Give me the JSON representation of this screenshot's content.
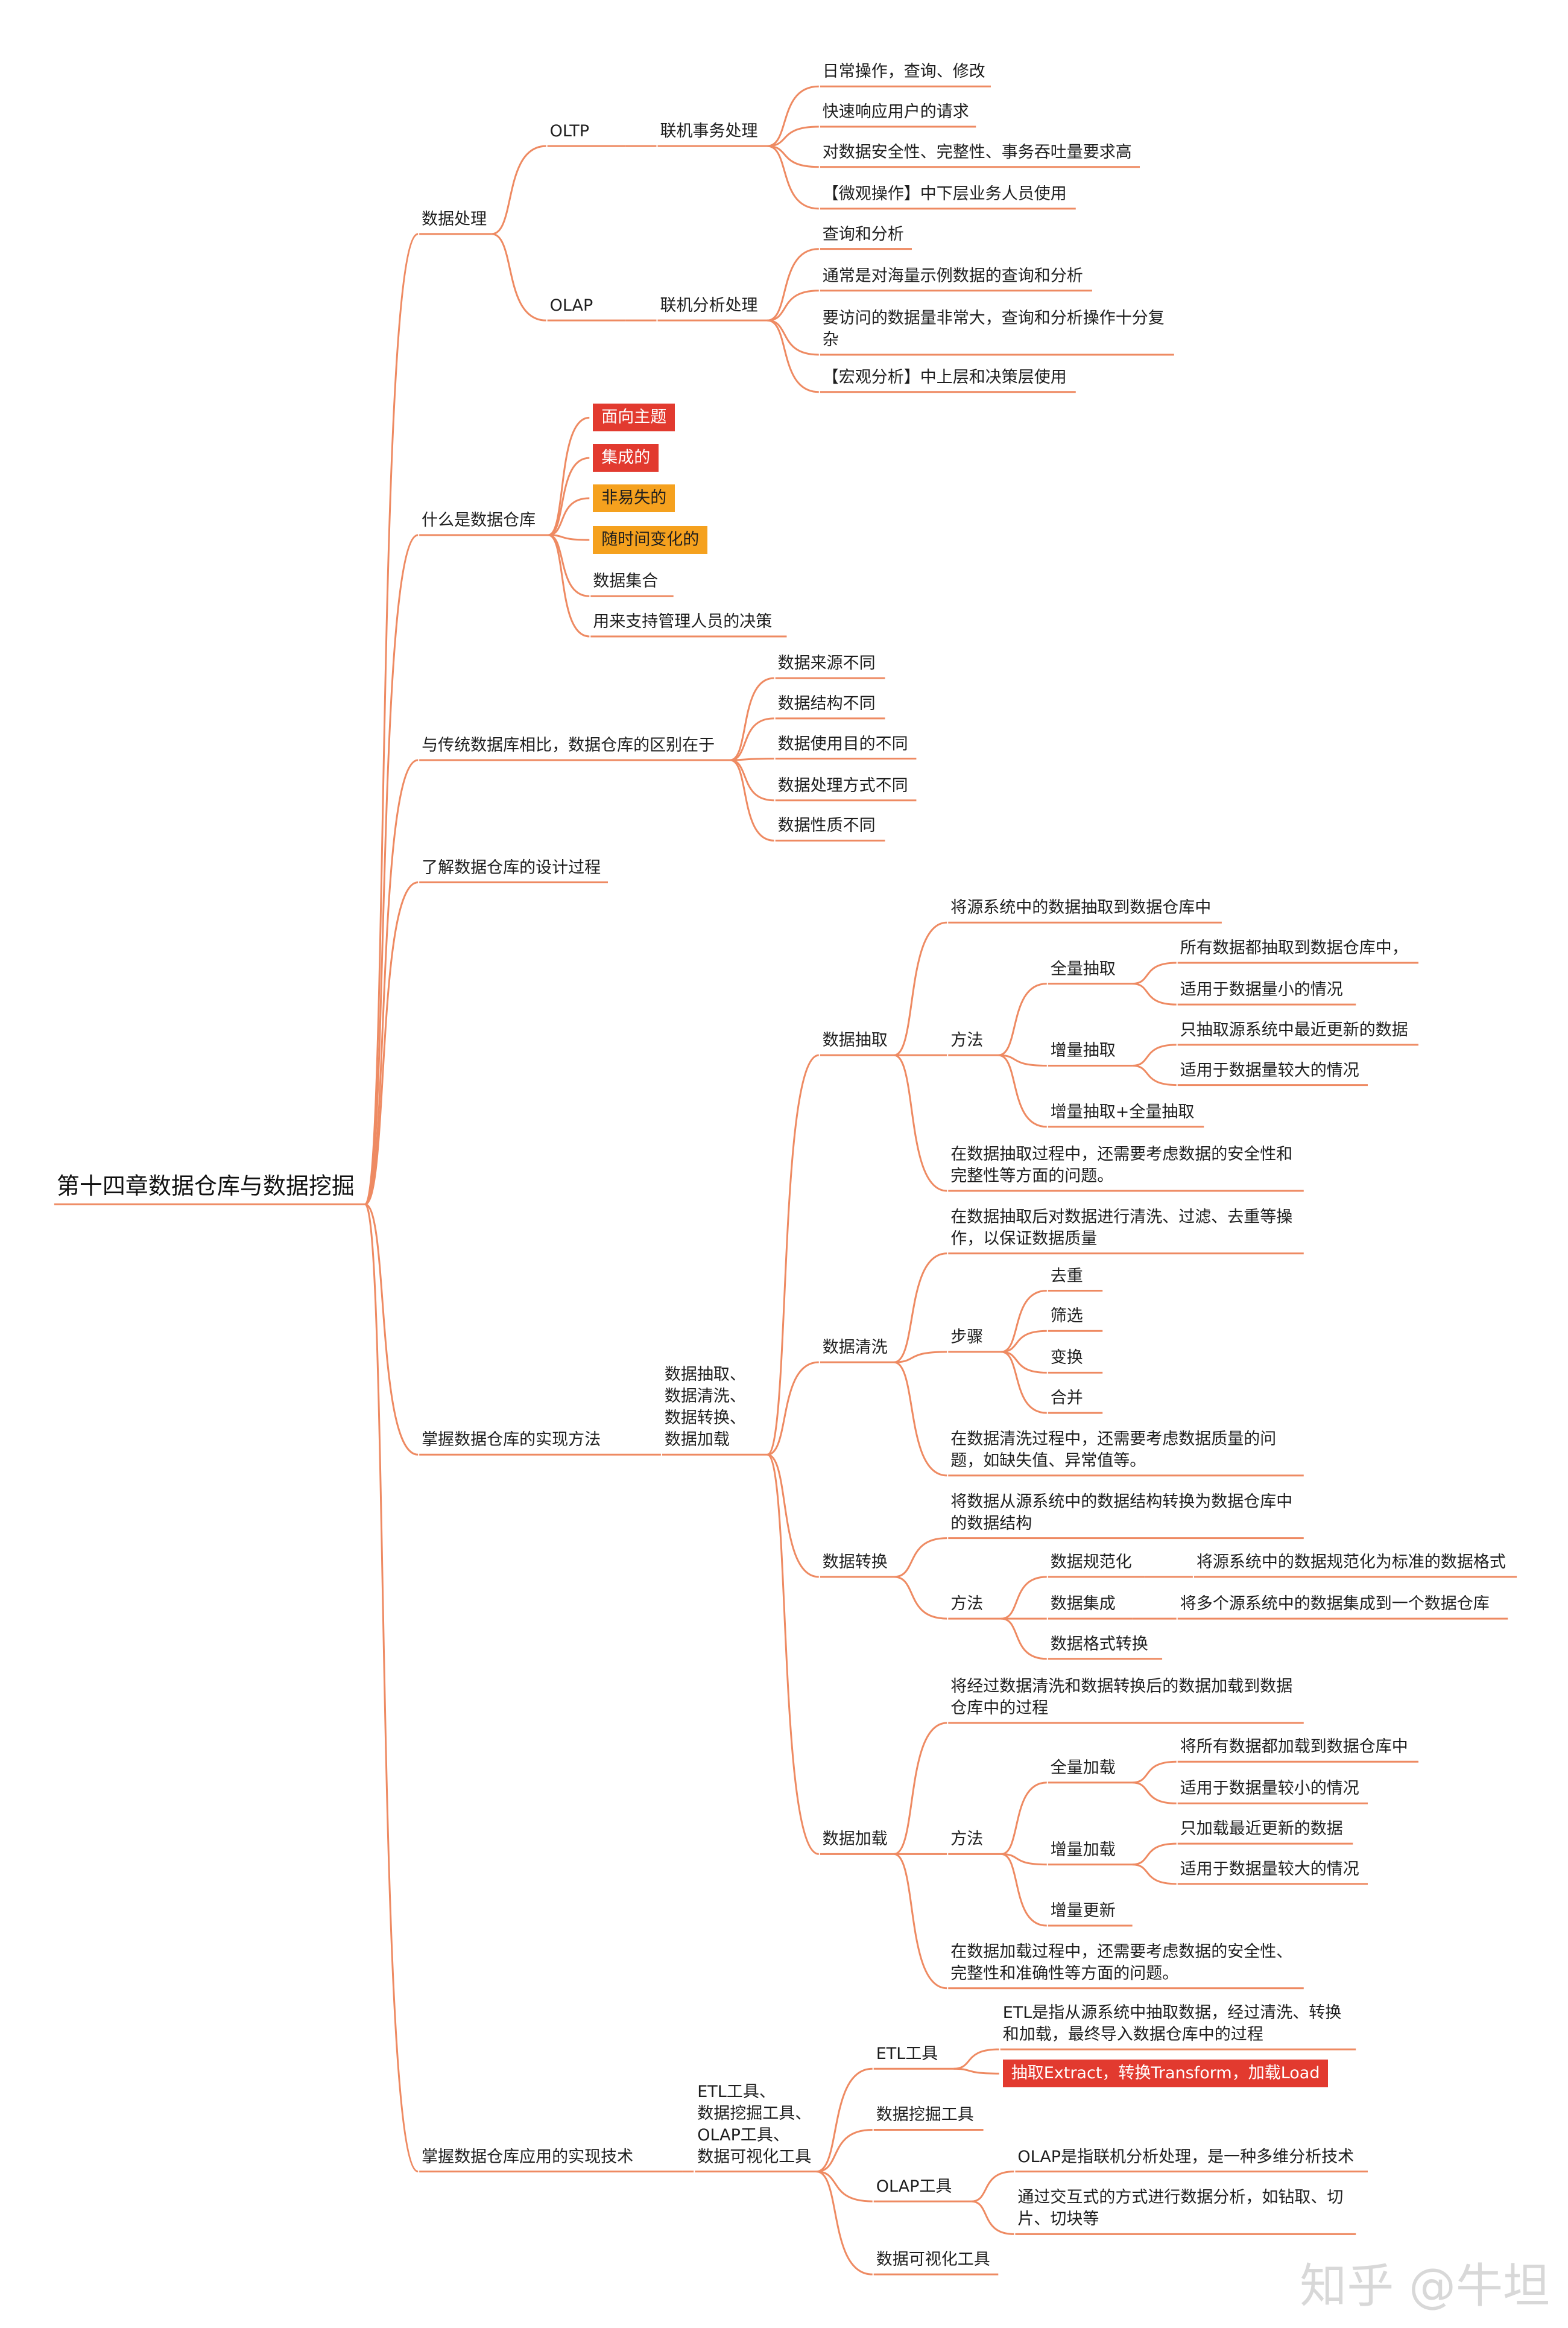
{
  "root": "第十四章数据仓库与数据挖掘",
  "branches": [
    {
      "label": "数据处理",
      "children": [
        {
          "label": "OLTP",
          "children": [
            {
              "label": "联机事务处理",
              "children": [
                {
                  "label": "日常操作，查询、修改"
                },
                {
                  "label": "快速响应用户的请求"
                },
                {
                  "label": "对数据安全性、完整性、事务吞吐量要求高"
                },
                {
                  "label": "【微观操作】中下层业务人员使用"
                }
              ]
            }
          ]
        },
        {
          "label": "OLAP",
          "children": [
            {
              "label": "联机分析处理",
              "children": [
                {
                  "label": "查询和分析"
                },
                {
                  "label": "通常是对海量示例数据的查询和分析"
                },
                {
                  "label": "要访问的数据量非常大，查询和分析操作十分复\n杂"
                },
                {
                  "label": "【宏观分析】中上层和决策层使用"
                }
              ]
            }
          ]
        }
      ]
    },
    {
      "label": "什么是数据仓库",
      "children": [
        {
          "label": "面向主题",
          "highlight": "red"
        },
        {
          "label": "集成的",
          "highlight": "red"
        },
        {
          "label": "非易失的",
          "highlight": "orange"
        },
        {
          "label": "随时间变化的",
          "highlight": "orange"
        },
        {
          "label": "数据集合"
        },
        {
          "label": "用来支持管理人员的决策"
        }
      ]
    },
    {
      "label": "与传统数据库相比，数据仓库的区别在于",
      "children": [
        {
          "label": "数据来源不同"
        },
        {
          "label": "数据结构不同"
        },
        {
          "label": "数据使用目的不同"
        },
        {
          "label": "数据处理方式不同"
        },
        {
          "label": "数据性质不同"
        }
      ]
    },
    {
      "label": "了解数据仓库的设计过程",
      "children": []
    },
    {
      "label": "掌握数据仓库的实现方法",
      "children": [
        {
          "label": "数据抽取、\n数据清洗、\n数据转换、\n数据加载",
          "children": [
            {
              "label": "数据抽取",
              "children": [
                {
                  "label": "将源系统中的数据抽取到数据仓库中"
                },
                {
                  "label": "方法",
                  "children": [
                    {
                      "label": "全量抽取",
                      "children": [
                        {
                          "label": "所有数据都抽取到数据仓库中，"
                        },
                        {
                          "label": "适用于数据量小的情况"
                        }
                      ]
                    },
                    {
                      "label": "增量抽取",
                      "children": [
                        {
                          "label": "只抽取源系统中最近更新的数据"
                        },
                        {
                          "label": "适用于数据量较大的情况"
                        }
                      ]
                    },
                    {
                      "label": "增量抽取+全量抽取"
                    }
                  ]
                },
                {
                  "label": "在数据抽取过程中，还需要考虑数据的安全性和\n完整性等方面的问题。"
                }
              ]
            },
            {
              "label": "数据清洗",
              "children": [
                {
                  "label": "在数据抽取后对数据进行清洗、过滤、去重等操\n作，以保证数据质量"
                },
                {
                  "label": "步骤",
                  "children": [
                    {
                      "label": "去重"
                    },
                    {
                      "label": "筛选"
                    },
                    {
                      "label": "变换"
                    },
                    {
                      "label": "合并"
                    }
                  ]
                },
                {
                  "label": "在数据清洗过程中，还需要考虑数据质量的问\n题，如缺失值、异常值等。"
                }
              ]
            },
            {
              "label": "数据转换",
              "children": [
                {
                  "label": "将数据从源系统中的数据结构转换为数据仓库中\n的数据结构"
                },
                {
                  "label": "方法",
                  "children": [
                    {
                      "label": "数据规范化",
                      "children": [
                        {
                          "label": "将源系统中的数据规范化为标准的数据格式"
                        }
                      ]
                    },
                    {
                      "label": "数据集成",
                      "children": [
                        {
                          "label": "将多个源系统中的数据集成到一个数据仓库"
                        }
                      ]
                    },
                    {
                      "label": "数据格式转换"
                    }
                  ]
                }
              ]
            },
            {
              "label": "数据加载",
              "children": [
                {
                  "label": "将经过数据清洗和数据转换后的数据加载到数据\n仓库中的过程"
                },
                {
                  "label": "方法",
                  "children": [
                    {
                      "label": "全量加载",
                      "children": [
                        {
                          "label": "将所有数据都加载到数据仓库中"
                        },
                        {
                          "label": "适用于数据量较小的情况"
                        }
                      ]
                    },
                    {
                      "label": "增量加载",
                      "children": [
                        {
                          "label": "只加载最近更新的数据"
                        },
                        {
                          "label": "适用于数据量较大的情况"
                        }
                      ]
                    },
                    {
                      "label": "增量更新"
                    }
                  ]
                },
                {
                  "label": "在数据加载过程中，还需要考虑数据的安全性、\n完整性和准确性等方面的问题。"
                }
              ]
            }
          ]
        }
      ]
    },
    {
      "label": "掌握数据仓库应用的实现技术",
      "children": [
        {
          "label": "ETL工具、\n数据挖掘工具、\nOLAP工具、\n数据可视化工具",
          "children": [
            {
              "label": "ETL工具",
              "children": [
                {
                  "label": "ETL是指从源系统中抽取数据，经过清洗、转换\n和加载，最终导入数据仓库中的过程"
                },
                {
                  "label": "抽取Extract，转换Transform，加载Load",
                  "highlight": "red"
                }
              ]
            },
            {
              "label": "数据挖掘工具"
            },
            {
              "label": "OLAP工具",
              "children": [
                {
                  "label": "OLAP是指联机分析处理，是一种多维分析技术"
                },
                {
                  "label": "通过交互式的方式进行数据分析，如钻取、切\n片、切块等"
                }
              ]
            },
            {
              "label": "数据可视化工具"
            }
          ]
        }
      ]
    }
  ],
  "colors": {
    "line": "#ee8a62",
    "highlight_red": "#e23a2f",
    "highlight_orange": "#f5a11e"
  },
  "watermark": "知乎 @牛坦"
}
